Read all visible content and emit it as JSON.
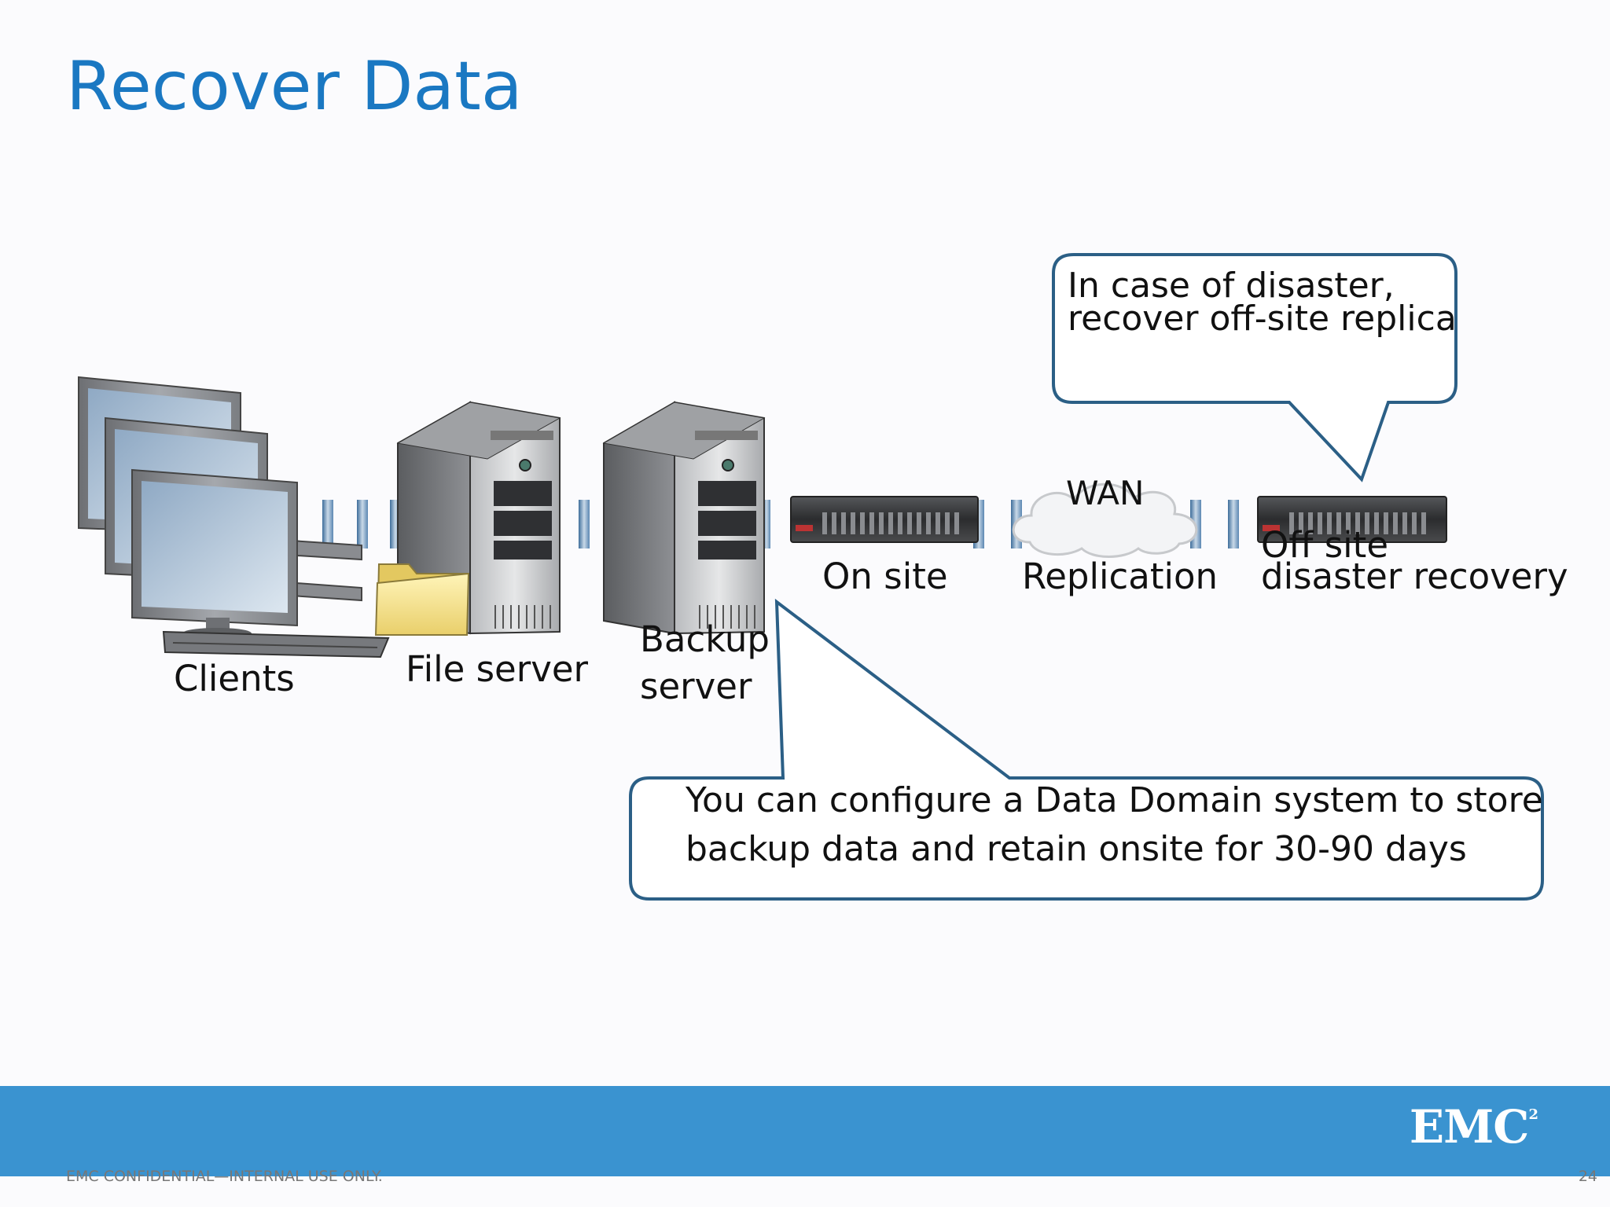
{
  "slide": {
    "title": "Recover Data",
    "footer_text": "EMC CONFIDENTIAL—INTERNAL USE ONLY.",
    "page_number": "24",
    "logo": "EMC",
    "logo_superscript": "2"
  },
  "labels": {
    "clients": "Clients",
    "file_server": "File server",
    "backup_server_line1": "Backup",
    "backup_server_line2": "server",
    "on_site": "On site",
    "wan": "WAN",
    "replication": "Replication",
    "off_site_line1": "Off site",
    "off_site_line2": "disaster recovery"
  },
  "callouts": {
    "disaster_line1": "In case of disaster,",
    "disaster_line2": "recover off-site replica",
    "onsite_line1": "You can configure a Data Domain system to store",
    "onsite_line2": "backup data and retain onsite for 30-90 days"
  },
  "colors": {
    "title": "#1a78c2",
    "footer_band": "#3a93d0",
    "callout_border": "#2b5f86"
  },
  "icons": [
    "monitor-icon",
    "keyboard-icon",
    "server-tower-icon",
    "folder-icon",
    "storage-appliance-icon",
    "cloud-icon"
  ]
}
